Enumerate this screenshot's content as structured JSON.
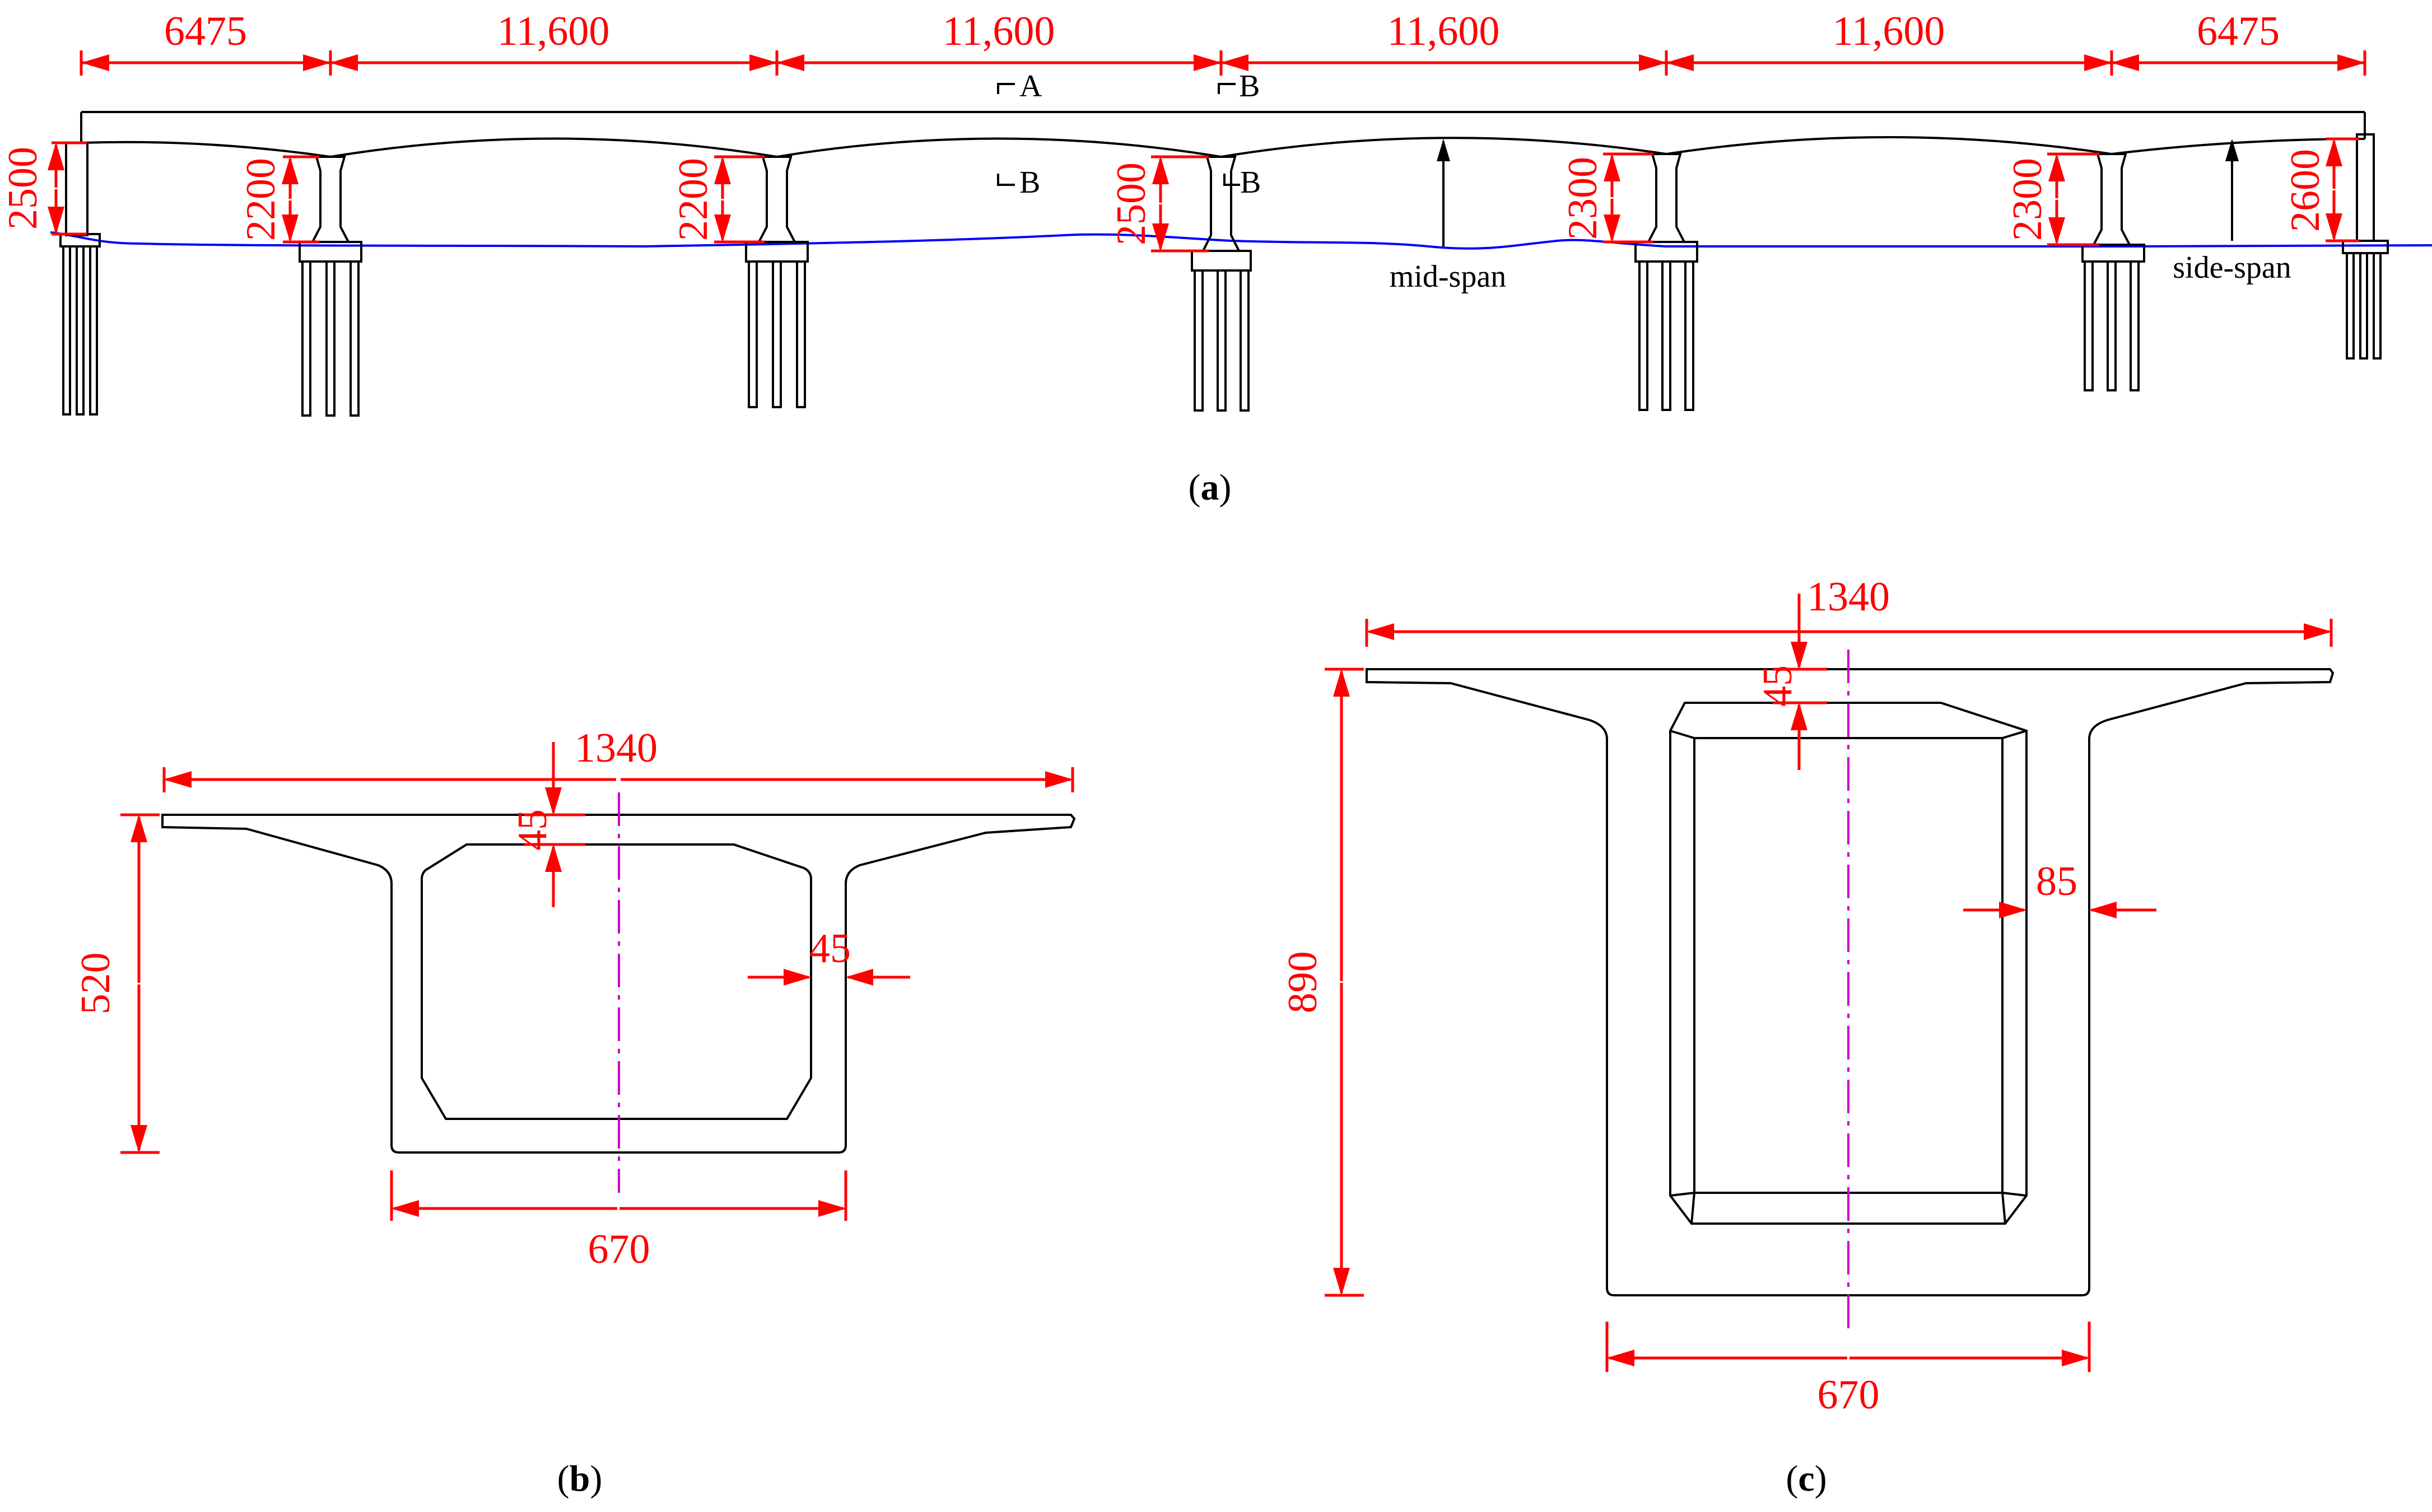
{
  "colors": {
    "dimension": "#ff0000",
    "water_line": "#0000ff",
    "centerline": "#cc00cc",
    "outline": "#000000"
  },
  "elevation": {
    "span_lengths": [
      "6475",
      "11,600",
      "11,600",
      "11,600",
      "11,600",
      "6475"
    ],
    "heights": {
      "left_abutment": "2500",
      "pier1": "2200",
      "pier2": "2200",
      "pier3": "2500",
      "pier4": "2300",
      "pier5": "2300",
      "right_abutment": "2600"
    },
    "section_marks": {
      "a_top": "A",
      "b_top": "B",
      "b_bottom_1": "B",
      "b_bottom_2": "B"
    },
    "annotations": {
      "mid_span": "mid-span",
      "side_span": "side-span"
    },
    "caption": {
      "letter": "a"
    }
  },
  "section_a": {
    "top_width": "1340",
    "bottom_width": "670",
    "height": "520",
    "top_slab_thickness": "45",
    "web_thickness": "45",
    "caption": {
      "letter": "b"
    }
  },
  "section_b": {
    "top_width": "1340",
    "bottom_width": "670",
    "height": "890",
    "top_slab_thickness": "45",
    "web_thickness": "85",
    "caption": {
      "letter": "c"
    }
  }
}
